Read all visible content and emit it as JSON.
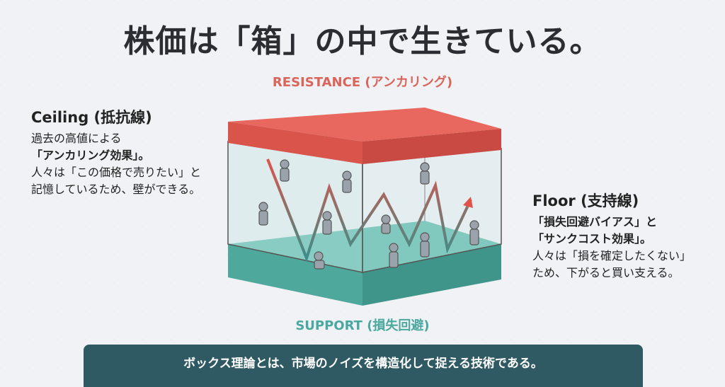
{
  "title": "株価は「箱」の中で生きている。",
  "labels": {
    "resistance": "RESISTANCE (アンカリング)",
    "support": "SUPPORT (損失回避)"
  },
  "ceiling": {
    "heading": "Ceiling (抵抗線)",
    "lines": [
      "過去の高値による",
      "「アンカリング効果」。",
      "人々は「この価格で売りたい」と",
      "記憶しているため、壁ができる。"
    ]
  },
  "floor": {
    "heading": "Floor (支持線)",
    "lines": [
      "「損失回避バイアス」と",
      "「サンクコスト効果」。",
      "人々は「損を確定したくない」",
      "ため、下がると買い支える。"
    ]
  },
  "banner": "ボックス理論とは、市場のノイズを構造化して捉える技術である。",
  "colors": {
    "resistance": "#e8675e",
    "support": "#5fb8ac",
    "banner": "#2f5a63"
  }
}
